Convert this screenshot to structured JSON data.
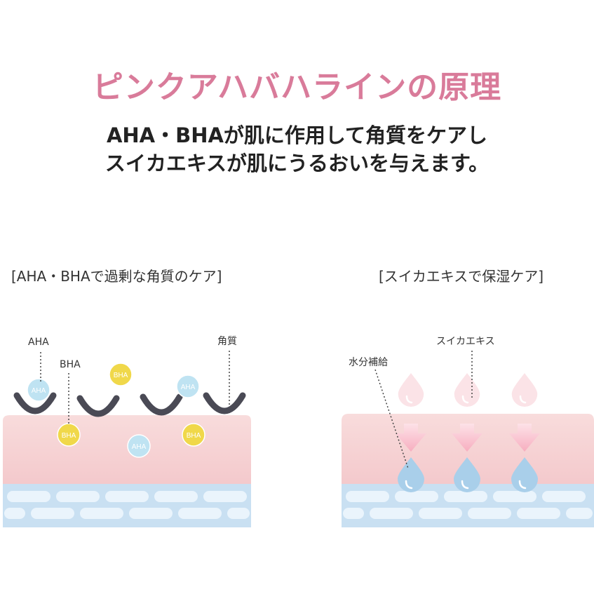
{
  "title": "ピンクアハバハラインの原理",
  "subtitle": {
    "line1": "AHA・BHAが肌に作用して角質をケアし",
    "line2": "スイカエキスが肌にうるおいを与えます。"
  },
  "left_panel": {
    "caption": "[AHA・BHAで過剰な角質のケア]",
    "label_aha": "AHA",
    "label_bha": "BHA",
    "label_keratin": "角質",
    "bubble_aha": "AHA",
    "bubble_bha": "BHA"
  },
  "right_panel": {
    "caption": "[スイカエキスで保湿ケア]",
    "label_extract": "スイカエキス",
    "label_moisture": "水分補給"
  },
  "colors": {
    "title": "#d97b9a",
    "skin_top": "#f8dcdc",
    "skin_bottom": "#f4c9cc",
    "cell_bg": "#c9e0f2",
    "cell": "#eaf4fc",
    "keratin": "#4a4a55",
    "bha": "#f0d84a",
    "aha": "#bfe3f2",
    "drop_pink": "#fbe3e7",
    "drop_blue": "#a9cfea",
    "arrow": "#f7aebf"
  }
}
